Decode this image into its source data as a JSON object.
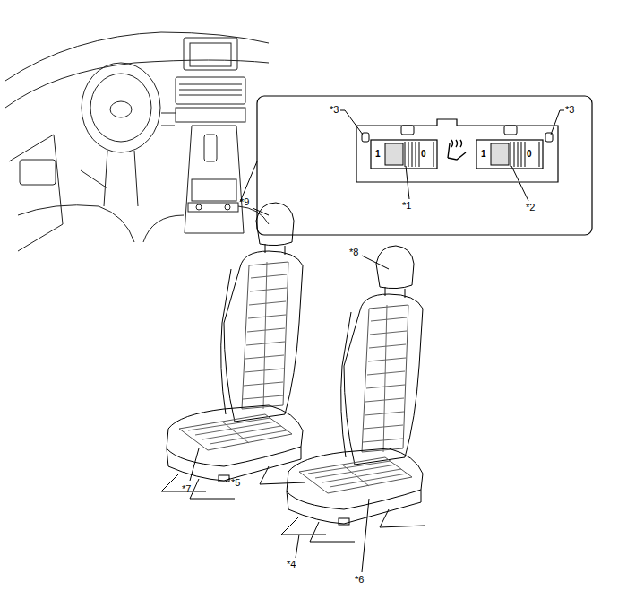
{
  "diagram": {
    "labels": [
      "*3",
      "*3",
      "*1",
      "*2",
      "1",
      "0",
      "1",
      "0",
      "*9",
      "*8",
      "*7",
      "*5",
      "*4",
      "*6"
    ]
  }
}
